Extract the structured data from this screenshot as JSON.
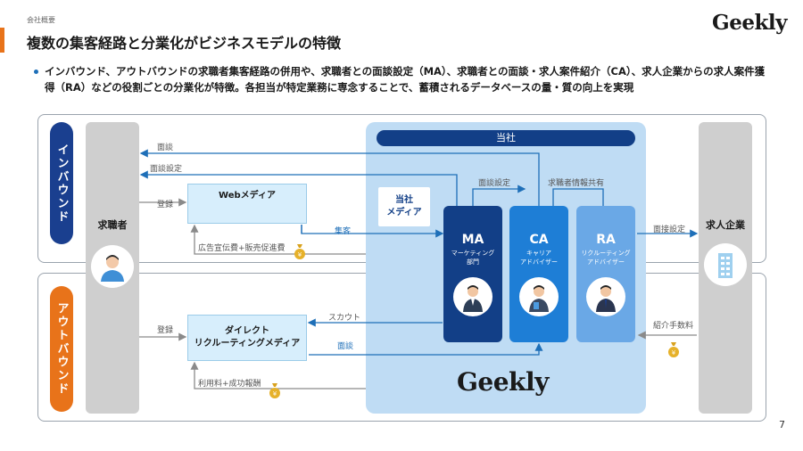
{
  "header": {
    "breadcrumb": "会社概要",
    "title": "複数の集客経路と分業化がビジネスモデルの特徴",
    "logo": "Geekly",
    "page_number": "7"
  },
  "bullet": {
    "text": "インバウンド、アウトバウンドの求職者集客経路の併用や、求職者との面談設定（MA）、求職者との面談・求人案件紹介（CA）、求人企業からの求人案件獲得（RA）などの役割ごとの分業化が特徴。各担当が特定業務に専念することで、蓄積されるデータベースの量・質の向上を実現"
  },
  "diagram": {
    "lanes": {
      "inbound": "インバウンド",
      "outbound": "アウトバウンド"
    },
    "seeker": "求職者",
    "company_client": "求人企業",
    "our_company": "当社",
    "our_media": [
      "当社",
      "メディア"
    ],
    "web_media": "Webメディア",
    "direct_media": [
      "ダイレクト",
      "リクルーティングメディア"
    ],
    "roles": [
      {
        "abbr": "MA",
        "sub": [
          "マーケティング",
          "部門"
        ],
        "color": "#123f87"
      },
      {
        "abbr": "CA",
        "sub": [
          "キャリア",
          "アドバイザー"
        ],
        "color": "#1e7ed6"
      },
      {
        "abbr": "RA",
        "sub": [
          "リクルーティング",
          "アドバイザー"
        ],
        "color": "#6aa8e6"
      }
    ],
    "labels": {
      "interview_top": "面談",
      "interview_setup_top": "面談設定",
      "register_in": "登録",
      "attract": "集客",
      "ad_cost": "広告宣伝費+販売促進費",
      "setup_ma_ca": "面談設定",
      "info_share": "求職者情報共有",
      "interview_setup_company": "面接設定",
      "register_out": "登録",
      "scout": "スカウト",
      "interview_out": "面談",
      "usage_fee": "利用料+成功報酬",
      "referral_fee": "紹介手数料"
    },
    "bottom_logo": "Geekly"
  },
  "colors": {
    "navy": "#123f87",
    "blue": "#1e7ed6",
    "light_blue": "#6aa8e6",
    "orange": "#e8731a",
    "arrow_blue": "#1e6fb8",
    "arrow_gray": "#8a8a8a"
  }
}
